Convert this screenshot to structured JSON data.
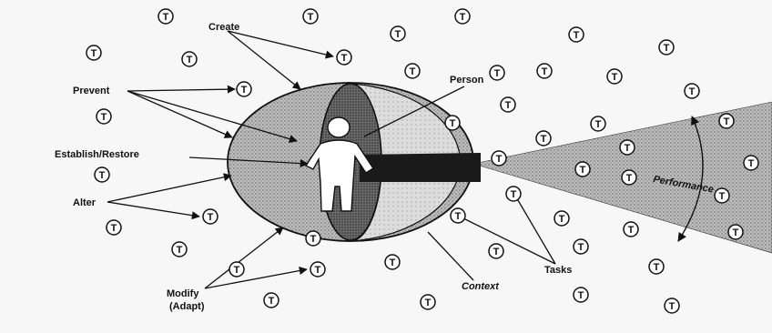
{
  "diagram": {
    "token_glyph": "T",
    "labels": {
      "create": "Create",
      "prevent": "Prevent",
      "establish_restore": "Establish/Restore",
      "alter": "Alter",
      "modify": "Modify",
      "adapt": "(Adapt)",
      "person": "Person",
      "context": "Context",
      "tasks": "Tasks",
      "performance": "Performance"
    }
  }
}
